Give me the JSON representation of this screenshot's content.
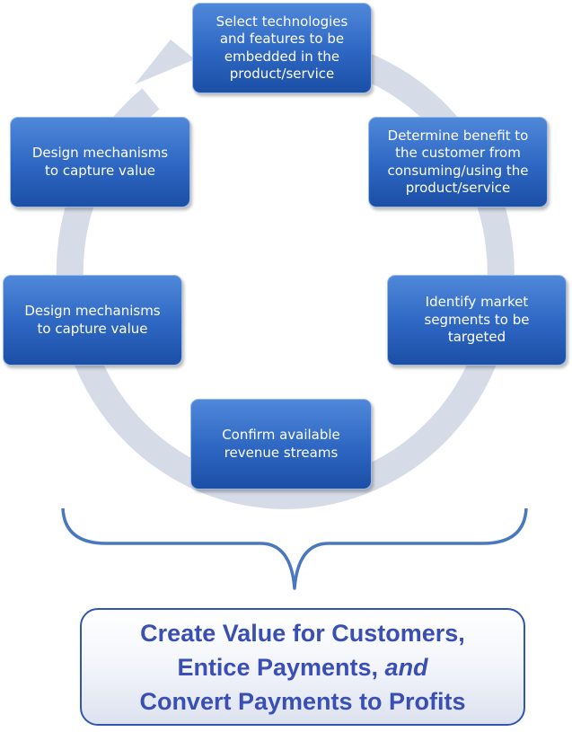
{
  "steps": [
    {
      "id": "select",
      "lines": [
        "Select technologies",
        "and features to be",
        "embedded in the",
        "product/service"
      ]
    },
    {
      "id": "benefit",
      "lines": [
        "Determine benefit to",
        "the customer from",
        "consuming/using the",
        "product/service"
      ]
    },
    {
      "id": "segments",
      "lines": [
        "Identify market",
        "segments to be",
        "targeted"
      ]
    },
    {
      "id": "revenue",
      "lines": [
        "Confirm available",
        "revenue streams"
      ]
    },
    {
      "id": "capture-lower",
      "lines": [
        "Design mechanisms",
        "to capture value"
      ]
    },
    {
      "id": "capture-upper",
      "lines": [
        "Design mechanisms",
        "to capture value"
      ]
    }
  ],
  "summary": {
    "line1": "Create Value for Customers,",
    "line2_a": "Entice Payments, ",
    "line2_em": "and",
    "line3": "Convert Payments to Profits"
  },
  "colors": {
    "box_fill": "#2d66c2",
    "cycle_ring": "#d6dbe8",
    "brace": "#4a78bf",
    "summary_text": "#3a4fb4",
    "summary_border": "#3156b0"
  }
}
